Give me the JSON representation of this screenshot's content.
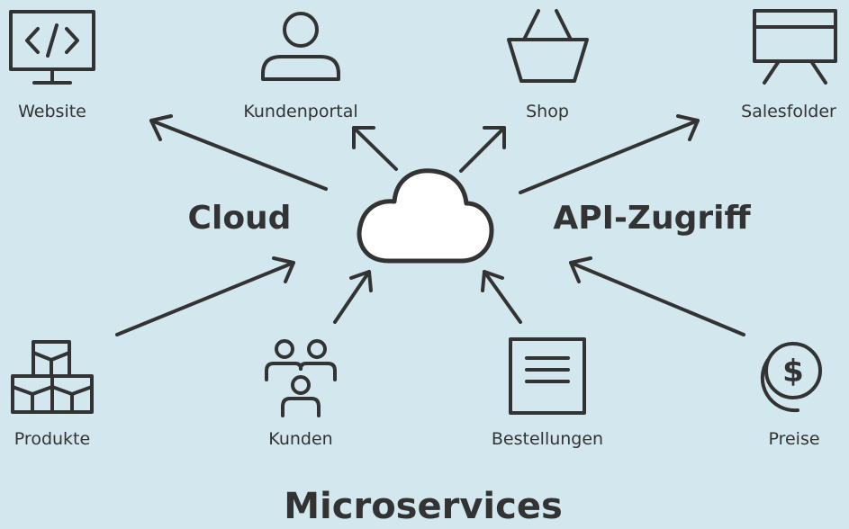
{
  "labels": {
    "website": "Website",
    "kundenportal": "Kundenportal",
    "shop": "Shop",
    "salesfolder": "Salesfolder",
    "produkte": "Produkte",
    "kunden": "Kunden",
    "bestellungen": "Bestellungen",
    "preise": "Preise"
  },
  "headings": {
    "cloud": "Cloud",
    "api": "API-Zugriff",
    "microservices": "Microservices"
  },
  "icons": {
    "website": "code-monitor-icon",
    "kundenportal": "user-icon",
    "shop": "basket-icon",
    "salesfolder": "presentation-board-icon",
    "center": "cloud-icon",
    "produkte": "boxes-icon",
    "kunden": "people-group-icon",
    "bestellungen": "document-icon",
    "preise": "dollar-coins-icon"
  },
  "colors": {
    "background": "#d3e8ee",
    "ink": "#333333",
    "cloud_fill": "#ffffff"
  }
}
